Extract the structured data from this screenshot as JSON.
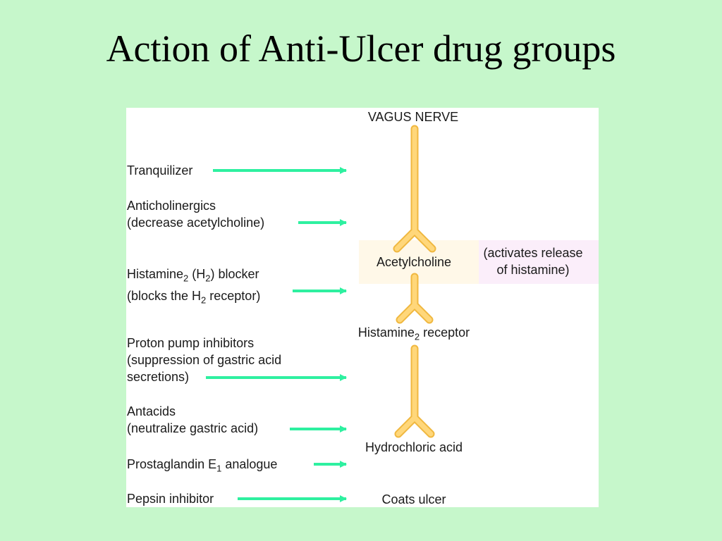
{
  "title": "Action of Anti-Ulcer drug groups",
  "colors": {
    "background": "#c6f7cb",
    "arrow": "#2ef0a0",
    "nerve": "#ffd77a",
    "nerve_outline": "#f0b840"
  },
  "pathway": {
    "vagus_nerve": "VAGUS NERVE",
    "acetylcholine": "Acetylcholine",
    "acetylcholine_note_line1": "(activates release",
    "acetylcholine_note_line2": "of histamine)",
    "h2_receptor_prefix": "Histamine",
    "h2_receptor_sub": "2",
    "h2_receptor_suffix": " receptor",
    "hydrochloric_acid": "Hydrochloric acid",
    "coats_ulcer": "Coats ulcer"
  },
  "drugs": {
    "tranquilizer": "Tranquilizer",
    "anticholinergics_line1": "Anticholinergics",
    "anticholinergics_line2": "(decrease acetylcholine)",
    "h2_blocker_a": "Histamine",
    "h2_blocker_b": "2",
    "h2_blocker_c": " (H",
    "h2_blocker_d": "2",
    "h2_blocker_e": ") blocker",
    "h2_blocker_f": "(blocks the H",
    "h2_blocker_g": "2",
    "h2_blocker_h": " receptor)",
    "ppi_line1": "Proton pump inhibitors",
    "ppi_line2": "(suppression of gastric acid",
    "ppi_line3": "secretions)",
    "antacids_line1": "Antacids",
    "antacids_line2": "(neutralize gastric acid)",
    "prostaglandin_a": "Prostaglandin E",
    "prostaglandin_b": "1",
    "prostaglandin_c": " analogue",
    "pepsin_inhibitor": "Pepsin inhibitor"
  }
}
